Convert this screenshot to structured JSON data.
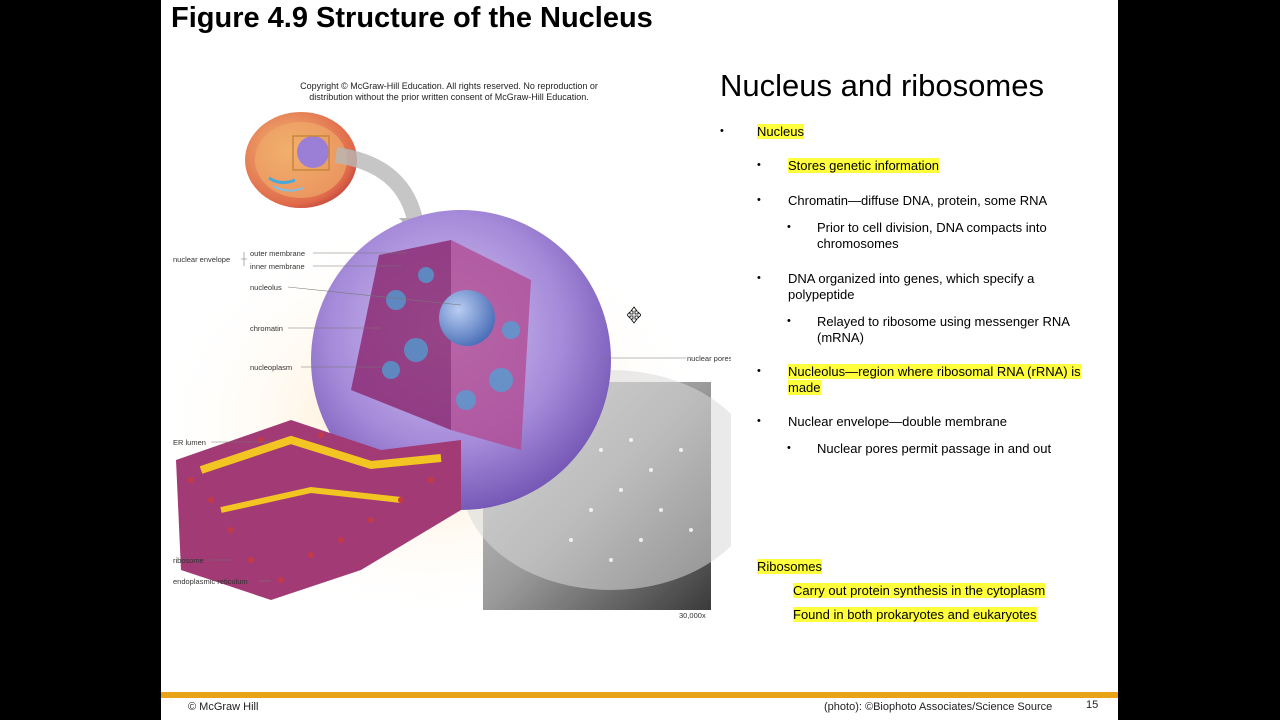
{
  "slide": {
    "title": "Figure 4.9 Structure of the Nucleus",
    "copyright": "Copyright © McGraw-Hill Education. All rights reserved. No reproduction or distribution without the prior written consent of McGraw-Hill Education.",
    "heading": "Nucleus and ribosomes",
    "bullets": [
      {
        "text": "Nucleus",
        "highlight": true
      },
      {
        "text": "Stores genetic information",
        "highlight": true
      },
      {
        "text": "Chromatin—diffuse DNA, protein, some RNA",
        "highlight": false
      },
      {
        "text": "Prior to cell division, DNA compacts into chromosomes",
        "highlight": false
      },
      {
        "text": "DNA organized into genes, which specify a polypeptide",
        "highlight": false
      },
      {
        "text": "Relayed to ribosome using messenger RNA (mRNA)",
        "highlight": false
      },
      {
        "text": "Nucleolus—region where ribosomal RNA (rRNA) is made",
        "highlight": true
      },
      {
        "text": "Nuclear envelope—double membrane",
        "highlight": false
      },
      {
        "text": "Nuclear pores permit passage in and out",
        "highlight": false
      }
    ],
    "ribosomes": {
      "heading": "Ribosomes",
      "items": [
        "Carry out protein synthesis in the cytoplasm",
        "Found in both prokaryotes and eukaryotes"
      ]
    },
    "footer": {
      "left": "© McGraw Hill",
      "credit": "(photo): ©Biophoto Associates/Science Source",
      "page": "15"
    }
  },
  "figure_labels": {
    "nuclear_envelope": "nuclear envelope",
    "outer_membrane": "outer membrane",
    "inner_membrane": "inner membrane",
    "nucleolus": "nucleolus",
    "chromatin": "chromatin",
    "nucleoplasm": "nucleoplasm",
    "nuclear_pores": "nuclear pores",
    "er_lumen": "ER lumen",
    "ribosome": "ribosome",
    "endoplasmic_reticulum": "endoplasmic reticulum",
    "magnification": "30,000x"
  },
  "colors": {
    "highlight": "#ffff3b",
    "footer_bar": "#e8a317",
    "nucleus": "#9b7fd6",
    "er": "#a23a76",
    "chromatin": "#4aa7d9"
  }
}
